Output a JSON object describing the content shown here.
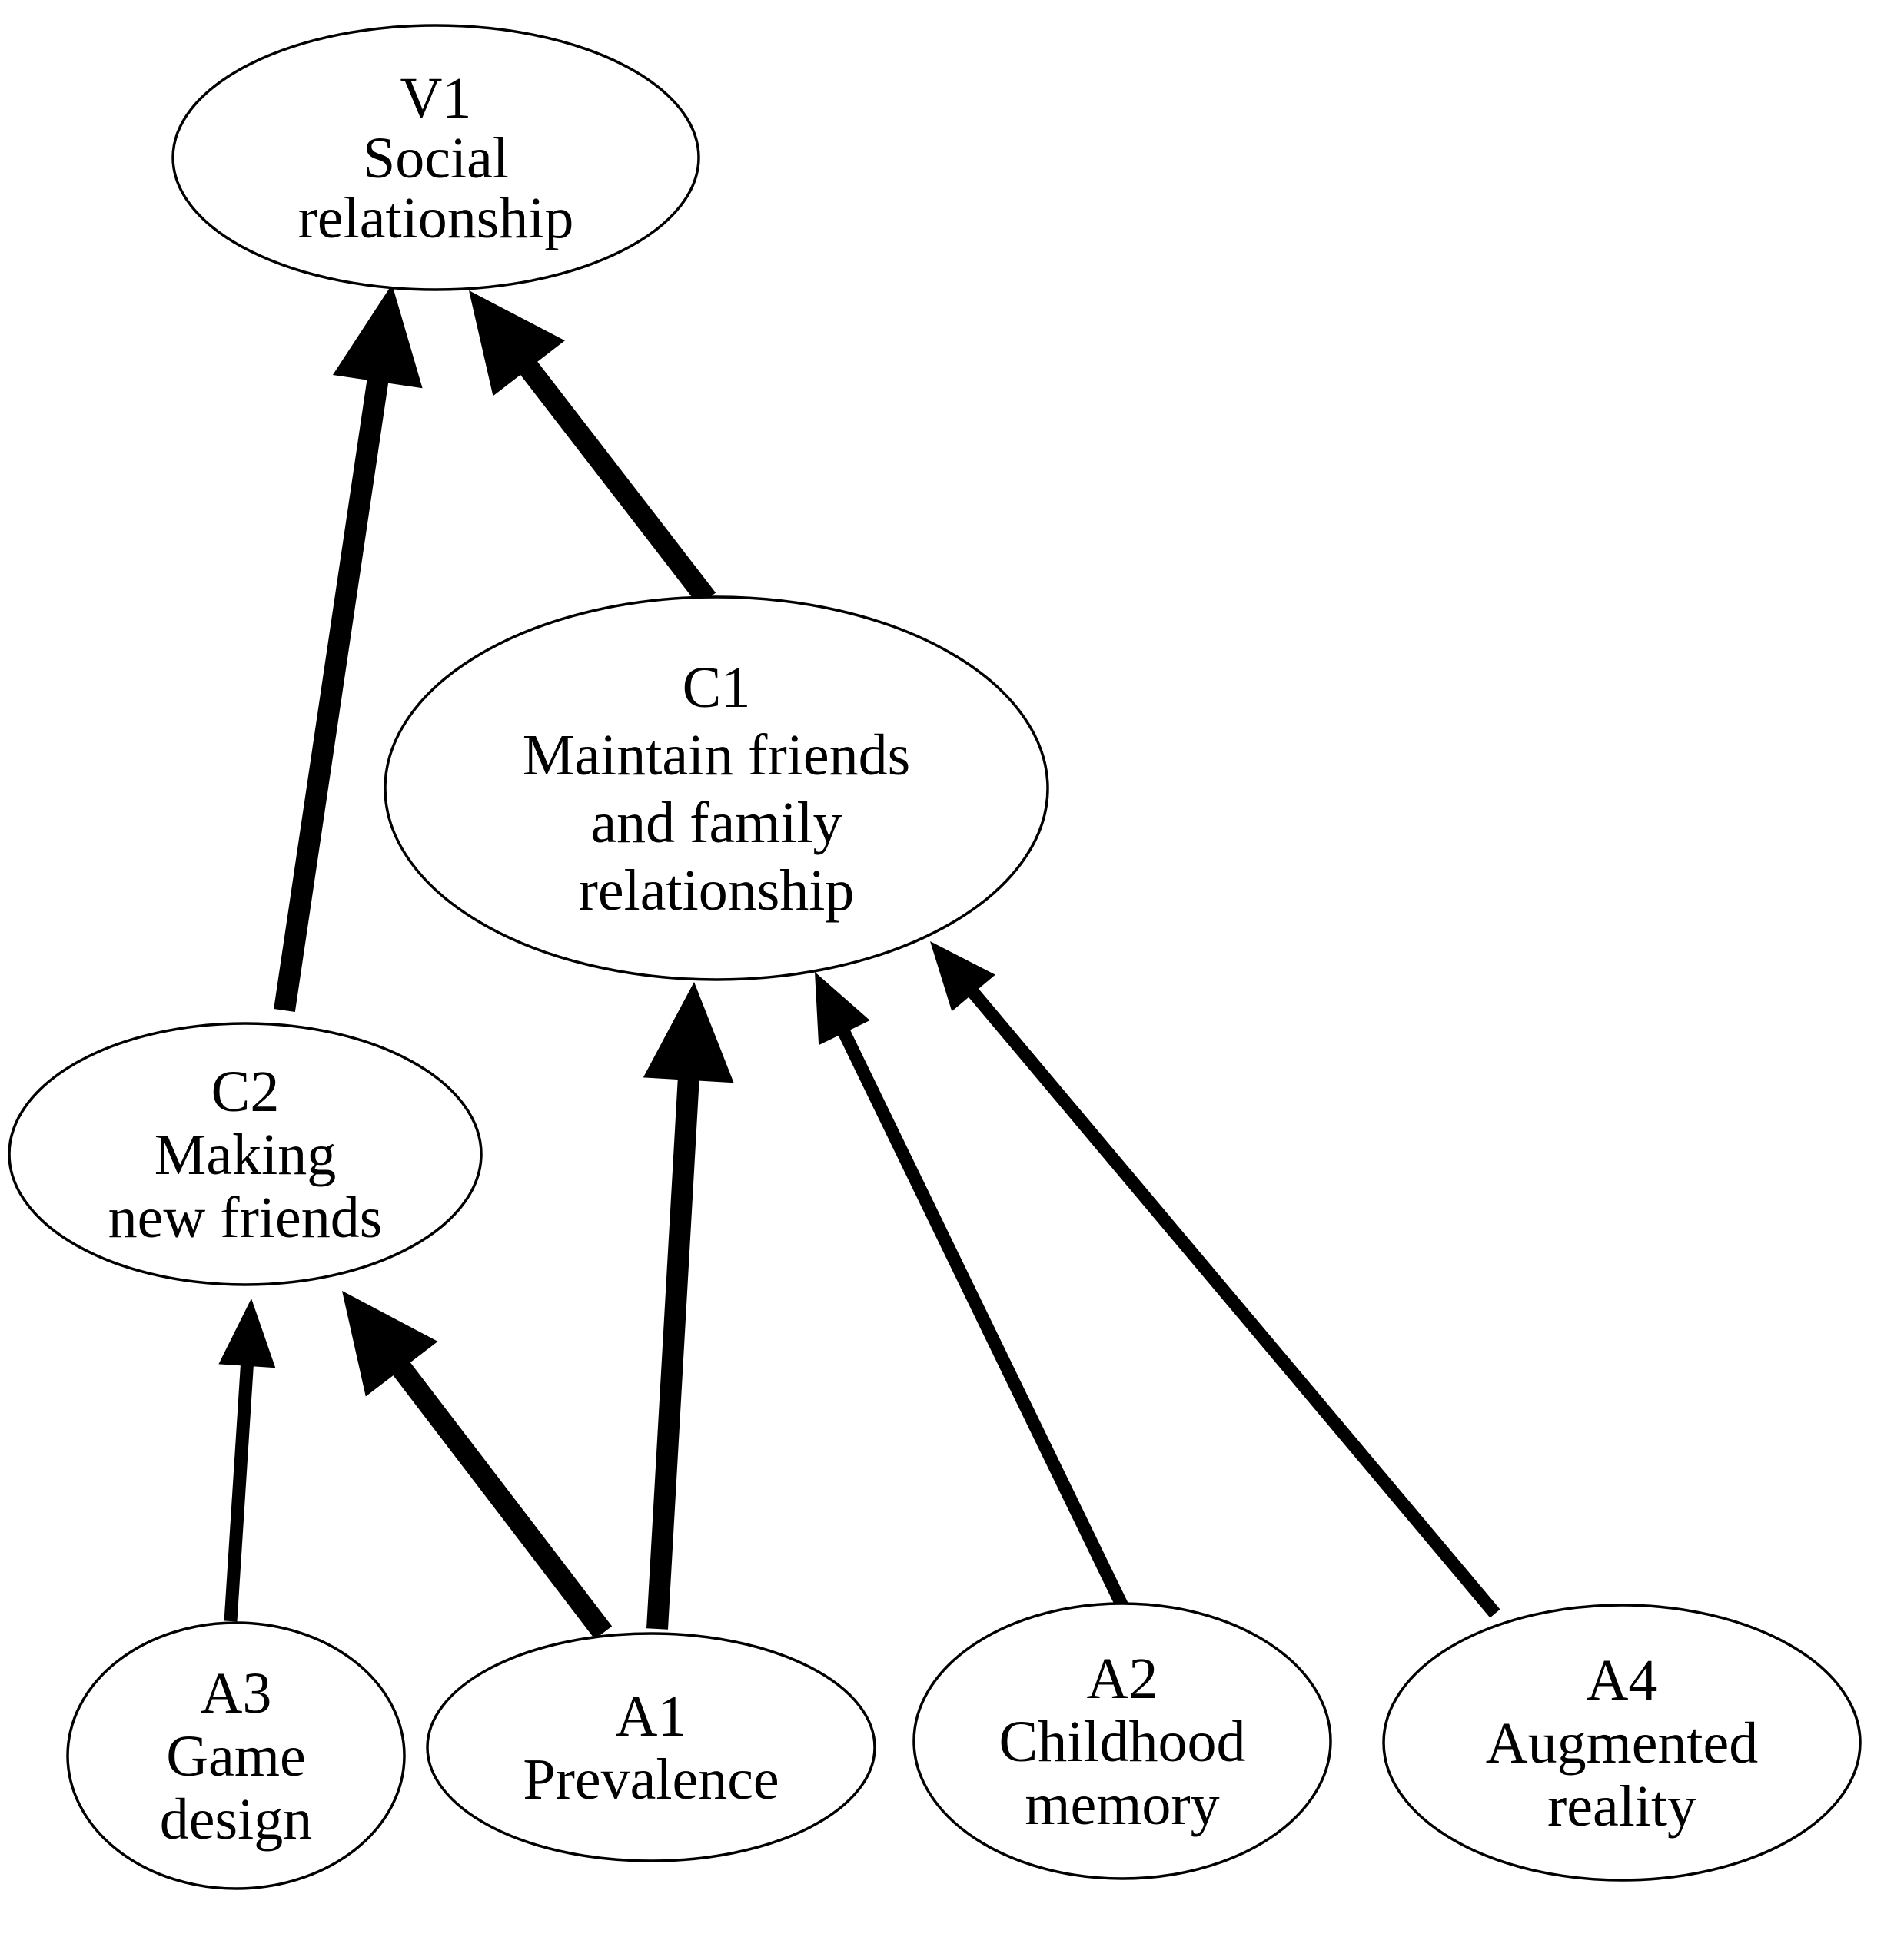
{
  "colors": {
    "background": "#ffffff",
    "stroke": "#000000",
    "text": "#000000"
  },
  "nodes": [
    {
      "id": "V1",
      "lines": [
        "V1",
        "Social",
        "relationship"
      ]
    },
    {
      "id": "C1",
      "lines": [
        "C1",
        "Maintain friends",
        "and family",
        "relationship"
      ]
    },
    {
      "id": "C2",
      "lines": [
        "C2",
        "Making",
        "new friends"
      ]
    },
    {
      "id": "A3",
      "lines": [
        "A3",
        "Game",
        "design"
      ]
    },
    {
      "id": "A1",
      "lines": [
        "A1",
        "Prevalence"
      ]
    },
    {
      "id": "A2",
      "lines": [
        "A2",
        "Childhood",
        "memory"
      ]
    },
    {
      "id": "A4",
      "lines": [
        "A4",
        "Augmented",
        "reality"
      ]
    }
  ],
  "edges": [
    {
      "from": "C2",
      "to": "V1",
      "weight": "heavy"
    },
    {
      "from": "C1",
      "to": "V1",
      "weight": "heavy"
    },
    {
      "from": "A1",
      "to": "C1",
      "weight": "heavy"
    },
    {
      "from": "A2",
      "to": "C1",
      "weight": "medium"
    },
    {
      "from": "A4",
      "to": "C1",
      "weight": "medium"
    },
    {
      "from": "A3",
      "to": "C2",
      "weight": "medium"
    },
    {
      "from": "A1",
      "to": "C2",
      "weight": "heavy"
    }
  ]
}
